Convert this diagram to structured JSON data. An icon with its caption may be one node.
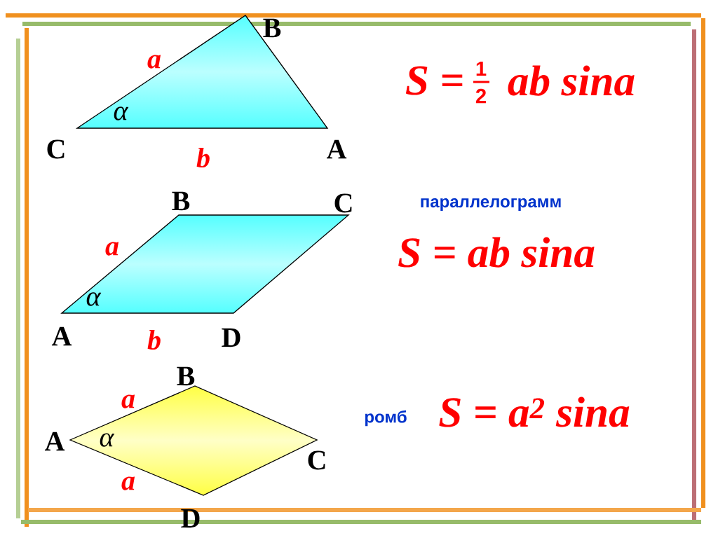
{
  "diagram": {
    "labels": [
      "B",
      "a",
      "S =",
      "1",
      "2",
      "ab sina",
      "α",
      "C",
      "A",
      "b",
      "B",
      "C",
      "параллелограмм",
      "a",
      "S = ab sina",
      "α",
      "A",
      "b",
      "D",
      "B",
      "a",
      "ромб",
      "S = a$^{2}$ sina",
      "A",
      "α",
      "C",
      "a",
      "D"
    ]
  }
}
